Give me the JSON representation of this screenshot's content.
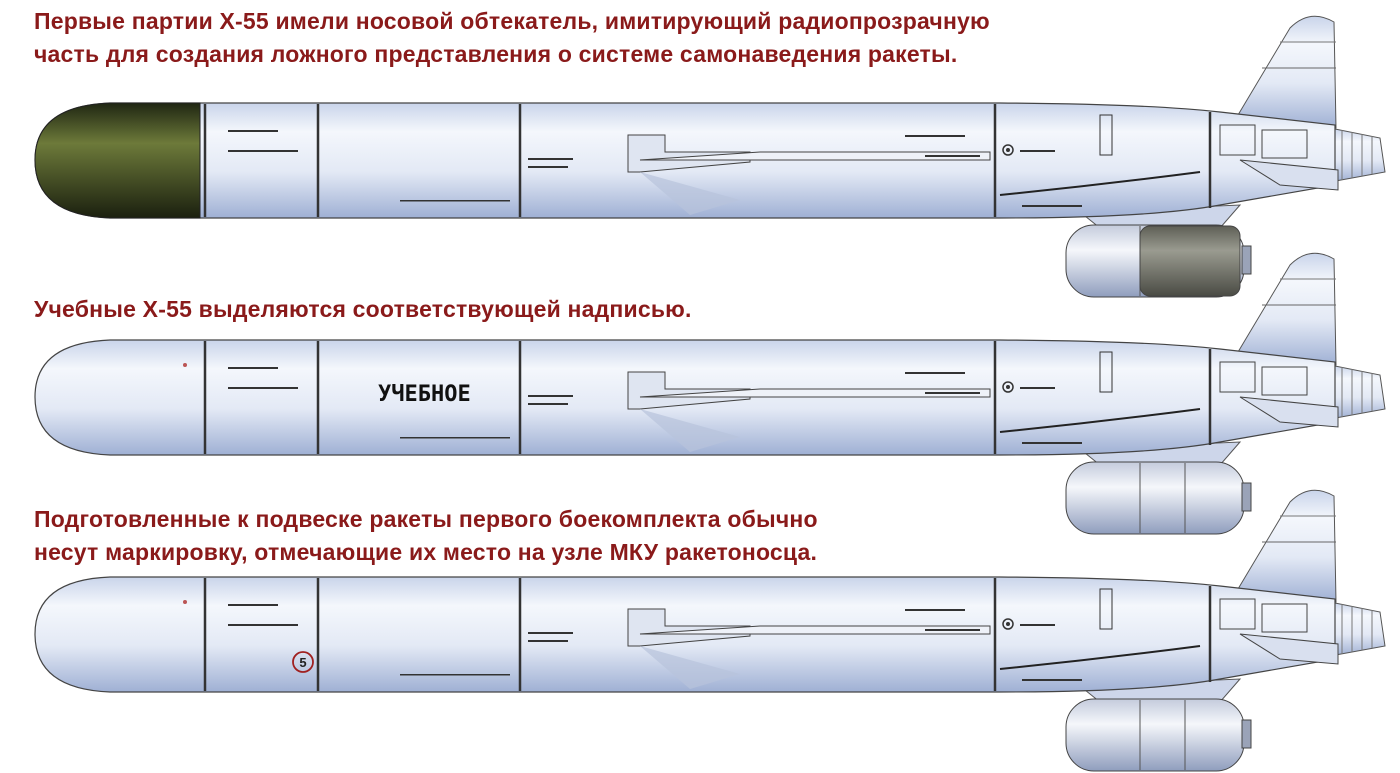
{
  "captions": {
    "first": [
      "Первые партии Х-55 имели носовой обтекатель, имитирующий радиопрозрачную",
      "часть для создания ложного представления о системе самонаведения ракеты."
    ],
    "training": [
      "Учебные Х-55 выделяются соответствующей надписью."
    ],
    "loaded": [
      "Подготовленные к подвеске ракеты первого боекомплекта обычно",
      "несут маркировку, отмечающие их место на узле МКУ ракетоносца."
    ]
  },
  "missiles": {
    "training_label": "УЧЕБНОЕ",
    "station_number": "5"
  },
  "colors": {
    "caption": "#8a1a1a",
    "body": "#e6ecf6",
    "nose_dark": "#3e4a22",
    "engine_dark": "#77786e"
  }
}
